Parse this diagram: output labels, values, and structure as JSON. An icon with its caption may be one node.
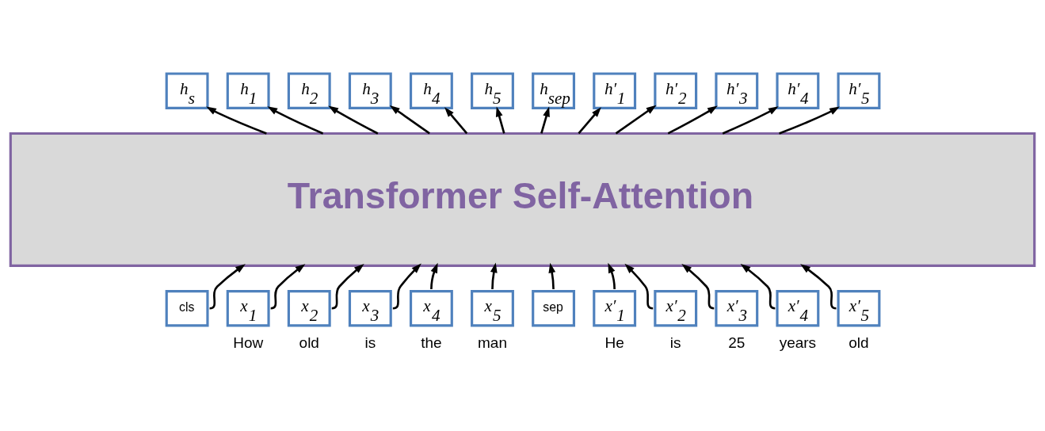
{
  "diagram": {
    "nodes": [
      {
        "text": [
          "h$_{s}$"
        ]
      },
      {
        "text": [
          "h$_{1}$"
        ]
      },
      {
        "text": [
          "h$_{2}$"
        ]
      },
      {
        "text": [
          "h$_{3}$"
        ]
      },
      {
        "text": [
          "h$_{4}$"
        ]
      },
      {
        "text": [
          "h$_{5}$"
        ]
      },
      {
        "text": [
          "h$_{sep}$"
        ]
      },
      {
        "text": [
          "h′$_{1}$"
        ]
      },
      {
        "text": [
          "h′$_{2}$"
        ]
      },
      {
        "text": [
          "h′$_{3}$"
        ]
      },
      {
        "text": [
          "h′$_{4}$"
        ]
      },
      {
        "text": [
          "h′$_{5}$"
        ]
      },
      {
        "text": [
          "Transformer Self-Attention"
        ]
      },
      {
        "text": [
          "cls"
        ]
      },
      {
        "text": [
          "x$_{1}$"
        ],
        "beside": [
          "How"
        ]
      },
      {
        "text": [
          "x$_{2}$"
        ],
        "beside": [
          "old"
        ]
      },
      {
        "text": [
          "x$_{3}$"
        ],
        "beside": [
          "is"
        ]
      },
      {
        "text": [
          "x$_{4}$"
        ],
        "beside": [
          "the"
        ]
      },
      {
        "text": [
          "x$_{5}$"
        ],
        "beside": [
          "man"
        ]
      },
      {
        "text": [
          "sep"
        ]
      },
      {
        "text": [
          "x′$_{1}$"
        ],
        "beside": [
          "He"
        ]
      },
      {
        "text": [
          "x′$_{2}$"
        ],
        "beside": [
          "is"
        ]
      },
      {
        "text": [
          "x′$_{3}$"
        ],
        "beside": [
          "25"
        ]
      },
      {
        "text": [
          "x′$_{4}$"
        ],
        "beside": [
          "years"
        ]
      },
      {
        "text": [
          "x′$_{5}$"
        ],
        "beside": [
          "old"
        ]
      }
    ],
    "edges": [
      {
        "from": 13,
        "to": 12,
        "arrow": "to"
      },
      {
        "from": 14,
        "to": 12,
        "arrow": "to"
      },
      {
        "from": 15,
        "to": 12,
        "arrow": "to"
      },
      {
        "from": 16,
        "to": 12,
        "arrow": "to"
      },
      {
        "from": 17,
        "to": 12,
        "arrow": "to"
      },
      {
        "from": 18,
        "to": 12,
        "arrow": "to"
      },
      {
        "from": 19,
        "to": 12,
        "arrow": "to"
      },
      {
        "from": 20,
        "to": 12,
        "arrow": "to"
      },
      {
        "from": 21,
        "to": 12,
        "arrow": "to"
      },
      {
        "from": 22,
        "to": 12,
        "arrow": "to"
      },
      {
        "from": 23,
        "to": 12,
        "arrow": "to"
      },
      {
        "from": 24,
        "to": 12,
        "arrow": "to"
      },
      {
        "from": 12,
        "to": 0,
        "arrow": "to"
      },
      {
        "from": 12,
        "to": 1,
        "arrow": "to"
      },
      {
        "from": 12,
        "to": 2,
        "arrow": "to"
      },
      {
        "from": 12,
        "to": 3,
        "arrow": "to"
      },
      {
        "from": 12,
        "to": 4,
        "arrow": "to"
      },
      {
        "from": 12,
        "to": 5,
        "arrow": "to"
      },
      {
        "from": 12,
        "to": 6,
        "arrow": "to"
      },
      {
        "from": 12,
        "to": 7,
        "arrow": "to"
      },
      {
        "from": 12,
        "to": 8,
        "arrow": "to"
      },
      {
        "from": 12,
        "to": 9,
        "arrow": "to"
      },
      {
        "from": 12,
        "to": 10,
        "arrow": "to"
      },
      {
        "from": 12,
        "to": 11,
        "arrow": "to"
      }
    ]
  }
}
